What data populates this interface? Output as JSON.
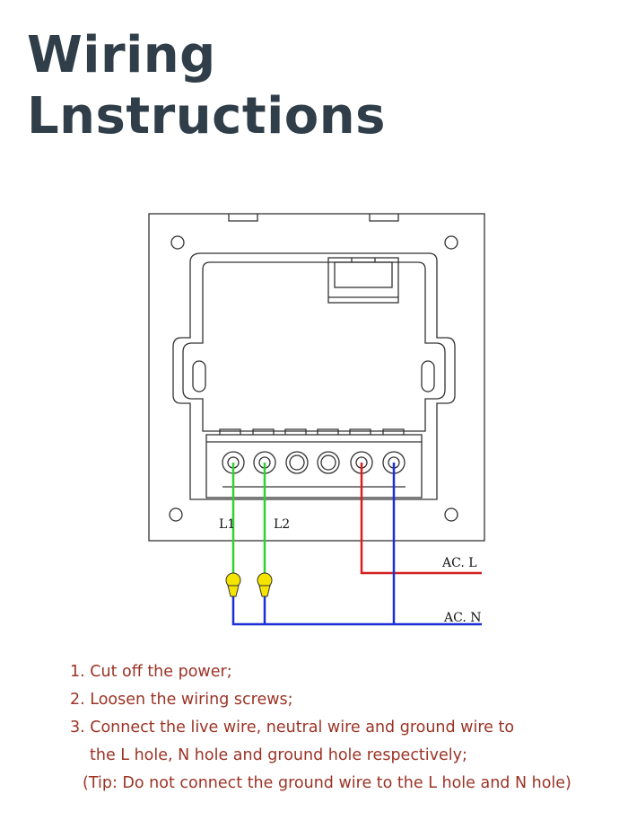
{
  "title": {
    "line1": "Wiring",
    "line2": "Lnstructions"
  },
  "diagram": {
    "terminal_labels": [
      "L1",
      "L2"
    ],
    "line_labels": {
      "live": "AC. L",
      "neutral": "AC. N"
    },
    "colors": {
      "load_wire": "#2fd12f",
      "live_wire": "#d42020",
      "neutral_wire": "#1a2fd8",
      "connector": "#f5e400",
      "outline": "#333333"
    }
  },
  "instructions": [
    "1. Cut off the power;",
    "2. Loosen the wiring screws;",
    "3. Connect the live wire, neutral wire and ground wire to",
    "the L hole, N hole and ground hole respectively;",
    "(Tip: Do not connect the ground wire to the L hole and N hole)"
  ]
}
